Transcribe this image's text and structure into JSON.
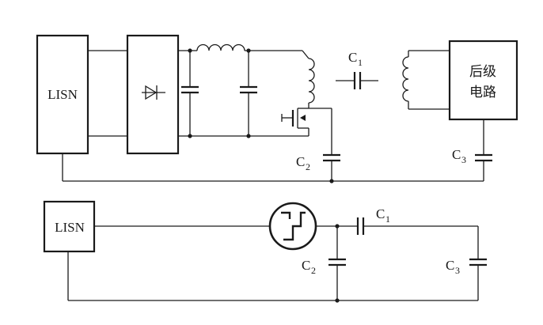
{
  "top_circuit": {
    "lisn_label": "LISN",
    "load_label_line1": "后级",
    "load_label_line2": "电路",
    "c1": {
      "letter": "C",
      "index": "1"
    },
    "c2": {
      "letter": "C",
      "index": "2"
    },
    "c3": {
      "letter": "C",
      "index": "3"
    }
  },
  "bottom_circuit": {
    "lisn_label": "LISN",
    "c1": {
      "letter": "C",
      "index": "1"
    },
    "c2": {
      "letter": "C",
      "index": "2"
    },
    "c3": {
      "letter": "C",
      "index": "3"
    }
  }
}
